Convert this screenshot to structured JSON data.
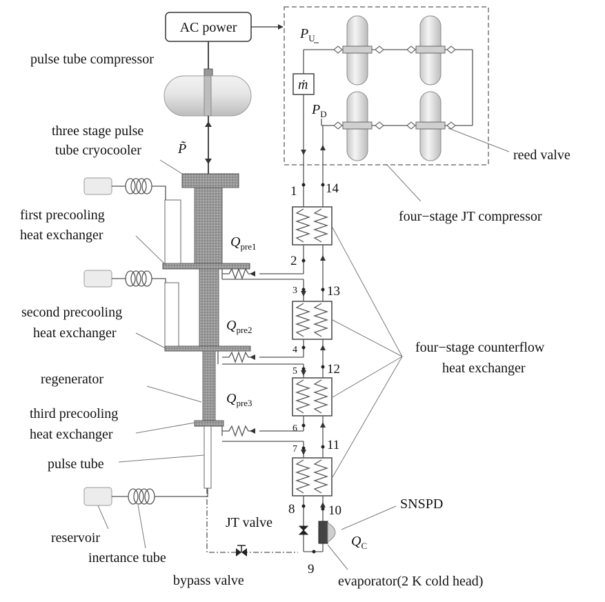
{
  "labels": {
    "ac_power": "AC power",
    "pulse_tube_compressor": "pulse tube compressor",
    "three_stage_line1": "three stage pulse",
    "three_stage_line2": "tube cryocooler",
    "first_precool_line1": "first precooling",
    "first_precool_line2": "heat exchanger",
    "second_precool_line1": "second precooling",
    "second_precool_line2": "heat exchanger",
    "regenerator": "regenerator",
    "third_precool_line1": "third precooling",
    "third_precool_line2": "heat exchanger",
    "pulse_tube": "pulse tube",
    "reservoir": "reservoir",
    "inertance_tube": "inertance tube",
    "bypass_valve": "bypass valve",
    "jt_valve": "JT valve",
    "evaporator": "evaporator(2 K cold head)",
    "snspd": "SNSPD",
    "reed_valve": "reed valve",
    "jt_compressor": "four−stage JT compressor",
    "counterflow_line1": "four−stage counterflow",
    "counterflow_line2": "heat exchanger"
  },
  "symbols": {
    "p_tilde": "P̃",
    "p_u": "P",
    "p_u_sub": "U",
    "p_d": "P",
    "p_d_sub": "D",
    "m_dot": "ṁ",
    "q_pre1": "Q",
    "q_pre1_sub": "pre1",
    "q_pre2": "Q",
    "q_pre2_sub": "pre2",
    "q_pre3": "Q",
    "q_pre3_sub": "pre3",
    "q_c": "Q",
    "q_c_sub": "C"
  },
  "state_points": [
    "1",
    "2",
    "3",
    "4",
    "5",
    "6",
    "7",
    "8",
    "9",
    "10",
    "11",
    "12",
    "13",
    "14"
  ]
}
